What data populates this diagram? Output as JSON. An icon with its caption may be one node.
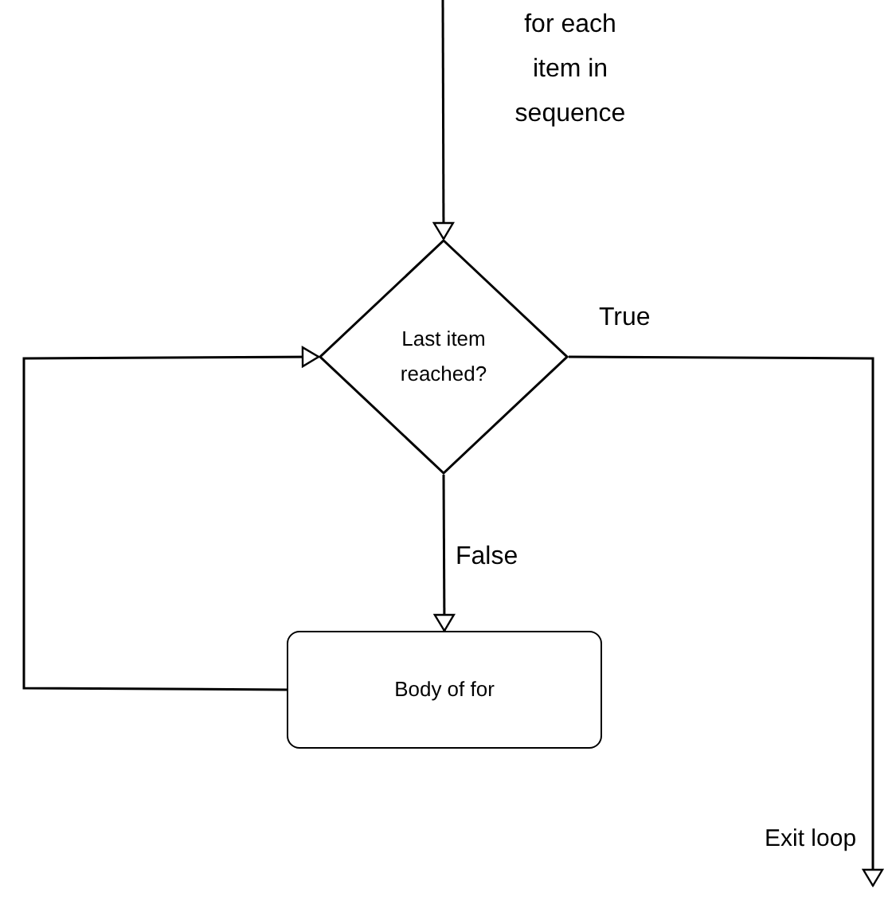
{
  "diagram": {
    "nodes": [
      {
        "text": [
          "Last item reached?"
        ]
      },
      {
        "text": [
          "Body of for"
        ]
      }
    ],
    "edges": [
      {
        "from": null,
        "to": 0,
        "arrow": "to",
        "label": "for each item in sequence"
      },
      {
        "from": 0,
        "to": 1,
        "arrow": "to",
        "label": "False"
      },
      {
        "from": 1,
        "to": 0,
        "arrow": "to"
      },
      {
        "from": 0,
        "to": null,
        "arrow": "to",
        "label": "True"
      }
    ],
    "labels": [
      "Exit loop"
    ]
  }
}
